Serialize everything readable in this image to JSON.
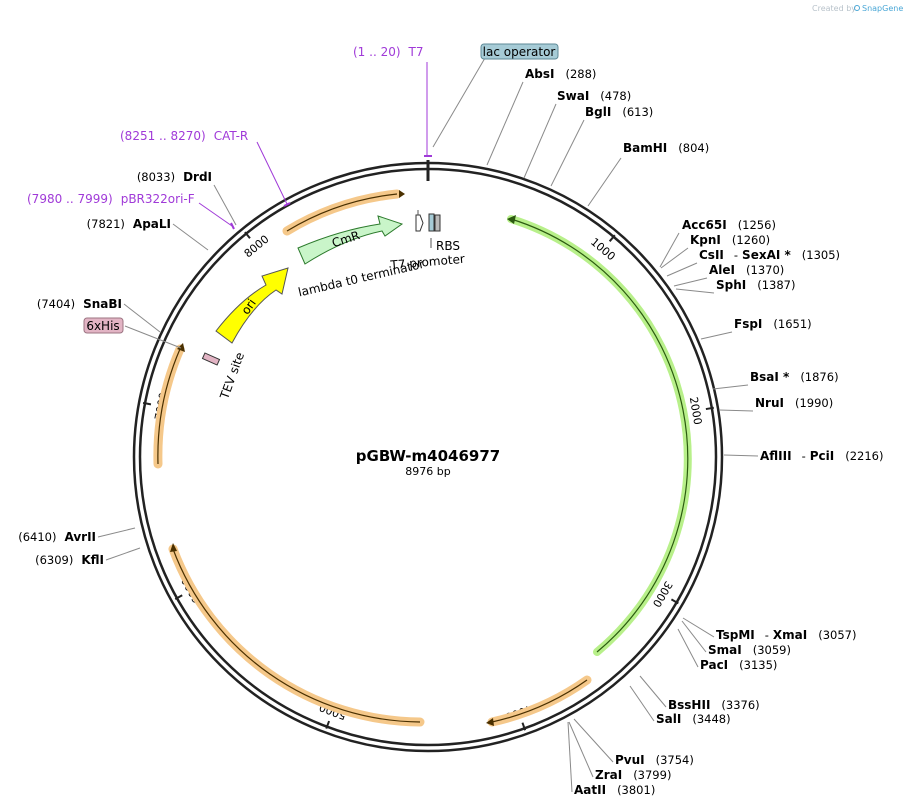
{
  "watermark": {
    "prefix": "Created by",
    "brand": "SnapGene"
  },
  "plasmid": {
    "name": "pGBW-m4046977",
    "length_label": "8976 bp",
    "length": 8976
  },
  "ticks": [
    "1000",
    "2000",
    "3000",
    "4000",
    "5000",
    "6000",
    "7000",
    "8000"
  ],
  "enzymes": [
    {
      "name": "AbsI",
      "pos": "(288)"
    },
    {
      "name": "SwaI",
      "pos": "(478)"
    },
    {
      "name": "BglI",
      "pos": "(613)"
    },
    {
      "name": "BamHI",
      "pos": "(804)"
    },
    {
      "name": "Acc65I",
      "pos": "(1256)"
    },
    {
      "name": "KpnI",
      "pos": "(1260)"
    },
    {
      "name": "CsII",
      "sep": "-",
      "name2": "SexAI *",
      "pos": "(1305)"
    },
    {
      "name": "AleI",
      "pos": "(1370)"
    },
    {
      "name": "SphI",
      "pos": "(1387)"
    },
    {
      "name": "FspI",
      "pos": "(1651)"
    },
    {
      "name": "BsaI *",
      "pos": "(1876)"
    },
    {
      "name": "NruI",
      "pos": "(1990)"
    },
    {
      "name": "AflIII",
      "sep": "-",
      "name2": "PciI",
      "pos": "(2216)"
    },
    {
      "name": "TspMI",
      "sep": "-",
      "name2": "XmaI",
      "pos": "(3057)"
    },
    {
      "name": "SmaI",
      "pos": "(3059)"
    },
    {
      "name": "PacI",
      "pos": "(3135)"
    },
    {
      "name": "BssHII",
      "pos": "(3376)"
    },
    {
      "name": "SalI",
      "pos": "(3448)"
    },
    {
      "name": "PvuI",
      "pos": "(3754)"
    },
    {
      "name": "ZraI",
      "pos": "(3799)"
    },
    {
      "name": "AatII",
      "pos": "(3801)"
    },
    {
      "name": "KflI",
      "pos": "(6309)"
    },
    {
      "name": "AvrII",
      "pos": "(6410)"
    },
    {
      "name": "SnaBI",
      "pos": "(7404)"
    },
    {
      "name": "ApaLI",
      "pos": "(7821)"
    },
    {
      "name": "DrdI",
      "pos": "(8033)"
    }
  ],
  "primers": [
    {
      "range": "(1 .. 20)",
      "name": "T7"
    },
    {
      "range": "(8251 .. 8270)",
      "name": "CAT-R"
    },
    {
      "range": "(7980 .. 7999)",
      "name": "pBR322ori-F"
    }
  ],
  "boxed_features": [
    {
      "name": "lac operator",
      "color": "#a6cbd6"
    },
    {
      "name": "6xHis",
      "color": "#e2b4c4"
    }
  ],
  "features": [
    {
      "name": "CmR",
      "color": "#c9f5c9"
    },
    {
      "name": "ori",
      "color": "#ffff00"
    },
    {
      "name": "lambda t0 terminator"
    },
    {
      "name": "RBS"
    },
    {
      "name": "T7 promoter"
    },
    {
      "name": "TEV site"
    }
  ],
  "colors": {
    "backbone": "#222222",
    "orange_feature": "#f5c88a",
    "green_feature": "#b8f08a",
    "primer": "#a03ad8"
  }
}
